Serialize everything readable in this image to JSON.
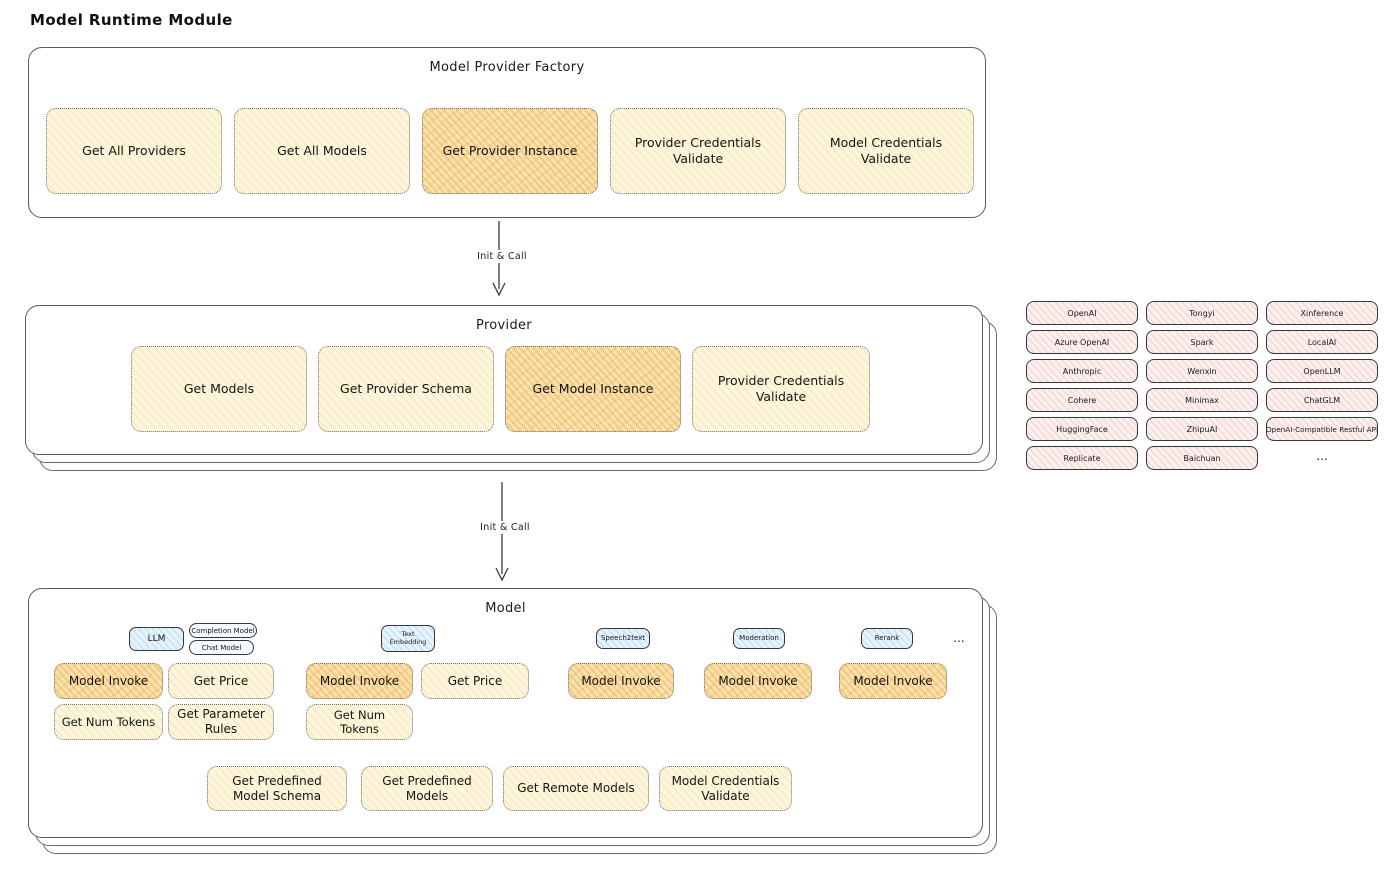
{
  "title": "Model Runtime Module",
  "colors": {
    "node_yellow": "#fdf6df",
    "node_orange_highlight": "#fae3b2",
    "provider_pink": "#fdf1f0",
    "type_tag_blue": "#e7f3fb",
    "stroke_dark": "#33383d"
  },
  "flow": {
    "arrow1_label": "Init & Call",
    "arrow2_label": "Init & Call"
  },
  "factory": {
    "title": "Model Provider Factory",
    "buttons": [
      {
        "label": "Get All Providers",
        "highlight": false
      },
      {
        "label": "Get All Models",
        "highlight": false
      },
      {
        "label": "Get Provider Instance",
        "highlight": true
      },
      {
        "label": "Provider Credentials Validate",
        "highlight": false
      },
      {
        "label": "Model Credentials Validate",
        "highlight": false
      }
    ]
  },
  "provider": {
    "title": "Provider",
    "buttons": [
      {
        "label": "Get Models",
        "highlight": false
      },
      {
        "label": "Get Provider Schema",
        "highlight": false
      },
      {
        "label": "Get Model Instance",
        "highlight": true
      },
      {
        "label": "Provider Credentials Validate",
        "highlight": false
      }
    ]
  },
  "providers_grid": {
    "col1": [
      "OpenAI",
      "Azure OpenAI",
      "Anthropic",
      "Cohere",
      "HuggingFace",
      "Replicate"
    ],
    "col2": [
      "Tongyi",
      "Spark",
      "Wenxin",
      "Minimax",
      "ZhipuAI",
      "Baichuan"
    ],
    "col3": [
      "Xinference",
      "LocalAI",
      "OpenLLM",
      "ChatGLM",
      "OpenAI-Compatible Restful API"
    ],
    "more": "..."
  },
  "model": {
    "title": "Model",
    "tags": {
      "llm": "LLM",
      "completion": "Completion Model",
      "chat": "Chat Model",
      "text_embedding": "Text Embedding",
      "speech2text": "Speech2text",
      "moderation": "Moderation",
      "rerank": "Rerank",
      "more": "..."
    },
    "functions": {
      "row1": [
        "Model Invoke",
        "Get Price",
        "Model Invoke",
        "Get Price",
        "Model Invoke",
        "Model Invoke",
        "Model Invoke"
      ],
      "row2": [
        "Get Num Tokens",
        "Get Parameter Rules",
        "Get Num Tokens"
      ],
      "bottom": [
        "Get Predefined Model Schema",
        "Get Predefined Models",
        "Get Remote Models",
        "Model Credentials Validate"
      ]
    }
  }
}
